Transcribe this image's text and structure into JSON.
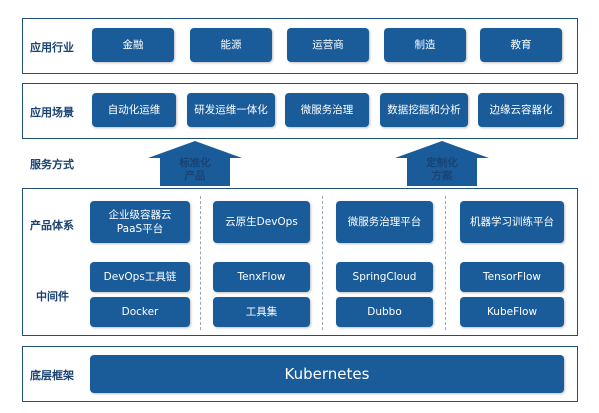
{
  "colors": {
    "box_fill": "#1a5c9a",
    "frame_border": "#1f4e79",
    "label_text": "#1a4372",
    "arrow_fill": "#1a5c9a"
  },
  "rows": {
    "industry": {
      "label": "应用行业",
      "items": [
        "金融",
        "能源",
        "运营商",
        "制造",
        "教育"
      ]
    },
    "scenario": {
      "label": "应用场景",
      "items": [
        "自动化运维",
        "研发运维一体化",
        "微服务治理",
        "数据挖掘和分析",
        "边缘云容器化"
      ]
    },
    "service": {
      "label": "服务方式",
      "arrows": [
        {
          "line1": "标准化",
          "line2": "产品"
        },
        {
          "line1": "定制化",
          "line2": "方案"
        }
      ]
    },
    "product": {
      "label": "产品体系",
      "items": [
        {
          "line1": "企业级容器云",
          "line2": "PaaS平台"
        },
        {
          "line1": "云原生DevOps",
          "line2": ""
        },
        {
          "line1": "微服务治理平台",
          "line2": ""
        },
        {
          "line1": "机器学习训练平台",
          "line2": ""
        }
      ]
    },
    "middleware": {
      "label": "中间件",
      "top": [
        "DevOps工具链",
        "TenxFlow",
        "SpringCloud",
        "TensorFlow"
      ],
      "bottom": [
        "Docker",
        "工具集",
        "Dubbo",
        "KubeFlow"
      ]
    },
    "base": {
      "label": "底层框架",
      "item": "Kubernetes"
    }
  }
}
